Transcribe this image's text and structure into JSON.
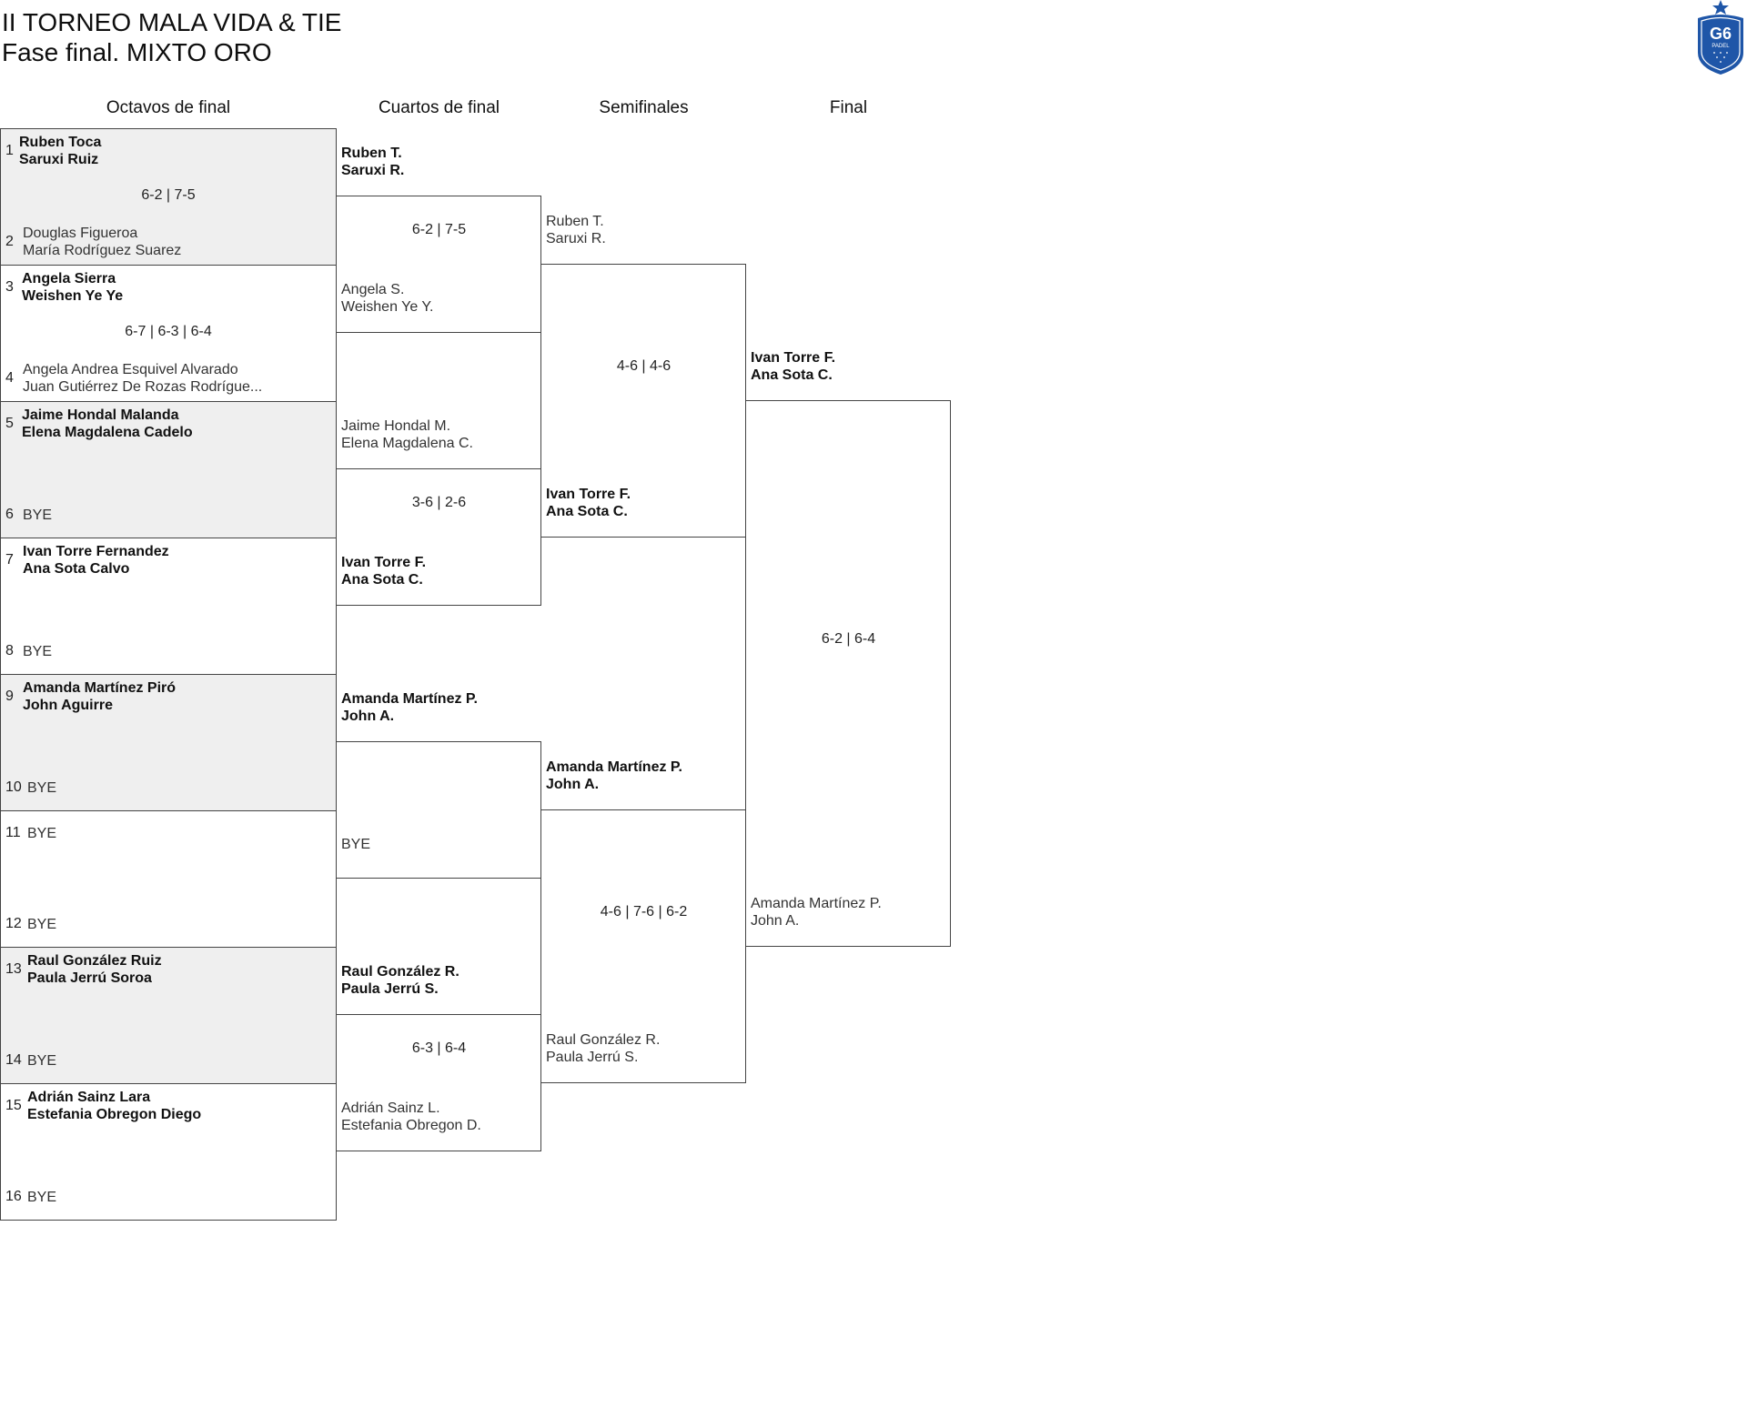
{
  "title": {
    "line1": "II TORNEO MALA VIDA & TIE",
    "line2": "Fase final. MIXTO ORO"
  },
  "logo": {
    "text": "G6",
    "subtext": "PADEL",
    "color": "#1f56a8"
  },
  "rounds": [
    "Octavos de final",
    "Cuartos de final",
    "Semifinales",
    "Final"
  ],
  "octavos": [
    {
      "seed_a": "1",
      "a1": "Ruben Toca",
      "a2": "Saruxi Ruiz",
      "seed_b": "2",
      "b1": "Douglas Figueroa",
      "b2": "María Rodríguez Suarez",
      "score": "6-2 | 7-5"
    },
    {
      "seed_a": "3",
      "a1": "Angela Sierra",
      "a2": "Weishen Ye Ye",
      "seed_b": "4",
      "b1": "Angela Andrea Esquivel Alvarado",
      "b2": "Juan Gutiérrez De Rozas Rodrígue...",
      "score": "6-7 | 6-3 | 6-4"
    },
    {
      "seed_a": "5",
      "a1": "Jaime Hondal Malanda",
      "a2": "Elena Magdalena Cadelo",
      "seed_b": "6",
      "b1": "BYE",
      "b2": "",
      "score": ""
    },
    {
      "seed_a": "7",
      "a1": "Ivan Torre Fernandez",
      "a2": "Ana Sota Calvo",
      "seed_b": "8",
      "b1": "BYE",
      "b2": "",
      "score": ""
    },
    {
      "seed_a": "9",
      "a1": "Amanda Martínez Piró",
      "a2": "John Aguirre",
      "seed_b": "10",
      "b1": "BYE",
      "b2": "",
      "score": ""
    },
    {
      "seed_a": "11",
      "a1": "BYE",
      "a2": "",
      "seed_b": "12",
      "b1": "BYE",
      "b2": "",
      "score": ""
    },
    {
      "seed_a": "13",
      "a1": "Raul González Ruiz",
      "a2": "Paula Jerrú Soroa",
      "seed_b": "14",
      "b1": "BYE",
      "b2": "",
      "score": ""
    },
    {
      "seed_a": "15",
      "a1": "Adrián Sainz Lara",
      "a2": "Estefania Obregon Diego",
      "seed_b": "16",
      "b1": "BYE",
      "b2": "",
      "score": ""
    }
  ],
  "cuartos": [
    {
      "a1": "Ruben T.",
      "a2": "Saruxi R.",
      "b1": "Angela S.",
      "b2": "Weishen Ye Y.",
      "score": "6-2 | 7-5"
    },
    {
      "a1": "Jaime Hondal M.",
      "a2": "Elena Magdalena C.",
      "b1": "Ivan Torre F.",
      "b2": "Ana Sota C.",
      "score": "3-6 | 2-6"
    },
    {
      "a1": "Amanda Martínez P.",
      "a2": "John A.",
      "b1": "BYE",
      "b2": "",
      "score": ""
    },
    {
      "a1": "Raul González R.",
      "a2": "Paula Jerrú S.",
      "b1": "Adrián Sainz L.",
      "b2": "Estefania Obregon D.",
      "score": "6-3 | 6-4"
    }
  ],
  "semis": [
    {
      "a1": "Ruben T.",
      "a2": "Saruxi R.",
      "b1": "Ivan Torre F.",
      "b2": "Ana Sota C.",
      "score": "4-6 | 4-6"
    },
    {
      "a1": "Amanda Martínez P.",
      "a2": "John A.",
      "b1": "Raul González R.",
      "b2": "Paula Jerrú S.",
      "score": "4-6 | 7-6 | 6-2"
    }
  ],
  "final": {
    "a1": "Ivan Torre F.",
    "a2": "Ana Sota C.",
    "b1": "Amanda Martínez P.",
    "b2": "John A.",
    "score": "6-2 | 6-4"
  }
}
